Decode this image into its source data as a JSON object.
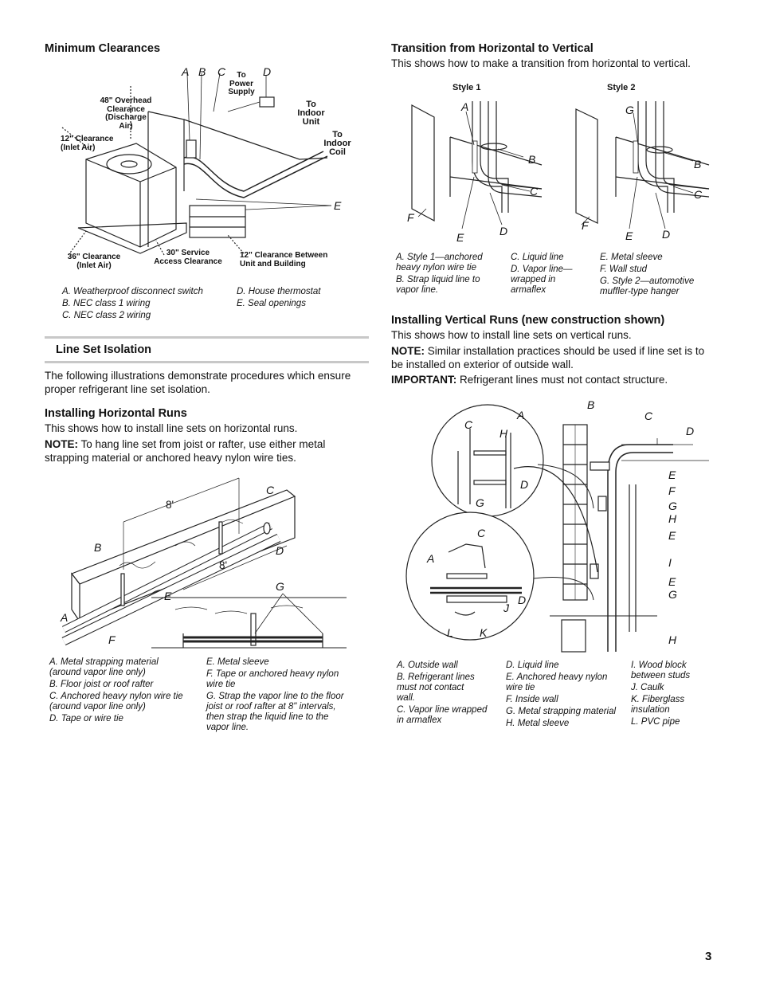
{
  "page_number": "3",
  "min_clearances": {
    "title": "Minimum Clearances",
    "letters": {
      "a": "A",
      "b": "B",
      "c": "C",
      "d": "D",
      "e": "E"
    },
    "labels": {
      "power": "To\nPower\nSupply",
      "overhead": "48\" Overhead\nClearance\n(Discharge\nAir)",
      "inlet12": "12\" Clearance\n(Inlet Air)",
      "indoor_unit": "To\nIndoor\nUnit",
      "indoor_coil": "To\nIndoor\nCoil",
      "inlet36": "36\" Clearance\n(Inlet Air)",
      "service30": "30\" Service\nAccess Clearance",
      "between12": "12\" Clearance Between\nUnit and Building"
    },
    "legend_left": [
      "A. Weatherproof disconnect switch",
      "B. NEC class 1 wiring",
      "C. NEC class 2 wiring"
    ],
    "legend_right": [
      "D. House thermostat",
      "E. Seal openings"
    ]
  },
  "line_set": {
    "title": "Line Set Isolation",
    "intro": "The following illustrations demonstrate procedures which ensure proper refrigerant line set isolation."
  },
  "horizontal": {
    "title": "Installing Horizontal Runs",
    "desc": "This shows how to install line sets on horizontal runs.",
    "note_label": "NOTE:",
    "note": " To hang line set from joist or rafter, use either metal strapping material or anchored heavy nylon wire ties.",
    "dims": {
      "d1": "8'",
      "d2": "8'"
    },
    "letters": {
      "a": "A",
      "b": "B",
      "c": "C",
      "d": "D",
      "e": "E",
      "f": "F",
      "g": "G"
    },
    "legend_left": [
      "A. Metal strapping material\n(around vapor line only)",
      "B. Floor joist or roof rafter",
      "C. Anchored heavy nylon wire tie\n(around vapor line only)",
      "D. Tape or wire tie"
    ],
    "legend_right": [
      "E. Metal sleeve",
      "F. Tape or anchored heavy nylon\nwire tie",
      "G. Strap the vapor line to the floor\njoist or roof rafter at 8\" intervals,\nthen strap the liquid line to the\nvapor line."
    ]
  },
  "transition": {
    "title": "Transition from Horizontal to Vertical",
    "desc": "This shows how to make a transition from horizontal to vertical.",
    "style1": "Style 1",
    "style2": "Style 2",
    "s1": {
      "a": "A",
      "b": "B",
      "c": "C",
      "d": "D",
      "e": "E",
      "f": "F"
    },
    "s2": {
      "g": "G",
      "b": "B",
      "c": "C",
      "d": "D",
      "e": "E",
      "f": "F"
    },
    "legend_c1": [
      "A. Style 1—anchored\nheavy nylon wire tie",
      "B. Strap liquid line to\nvapor line."
    ],
    "legend_c2": [
      "C. Liquid line",
      "D. Vapor line—\nwrapped in\narmaflex"
    ],
    "legend_c3": [
      "E. Metal sleeve",
      "F. Wall stud",
      "G. Style 2—automotive\nmuffler-type hanger"
    ]
  },
  "vertical": {
    "title": "Installing Vertical Runs (new construction shown)",
    "desc": "This shows how to install line sets on vertical runs.",
    "note_label": "NOTE:",
    "note": " Similar installation practices should be used if line set is to be installed on exterior of outside wall.",
    "important_label": "IMPORTANT:",
    "important": " Refrigerant lines must not contact structure.",
    "letters": {
      "a": "A",
      "b": "B",
      "c": "C",
      "d": "D",
      "e": "E",
      "f": "F",
      "g": "G",
      "h": "H",
      "i": "I",
      "j": "J",
      "k": "K",
      "l": "L"
    },
    "legend_c1": [
      "A. Outside wall",
      "B. Refrigerant lines\nmust not contact\nwall.",
      "C. Vapor line wrapped\nin armaflex"
    ],
    "legend_c2": [
      "D. Liquid line",
      "E. Anchored heavy nylon\nwire tie",
      "F. Inside wall",
      "G. Metal strapping material",
      "H. Metal sleeve"
    ],
    "legend_c3": [
      "I. Wood block\nbetween studs",
      "J. Caulk",
      "K. Fiberglass\ninsulation",
      "L. PVC pipe"
    ]
  }
}
